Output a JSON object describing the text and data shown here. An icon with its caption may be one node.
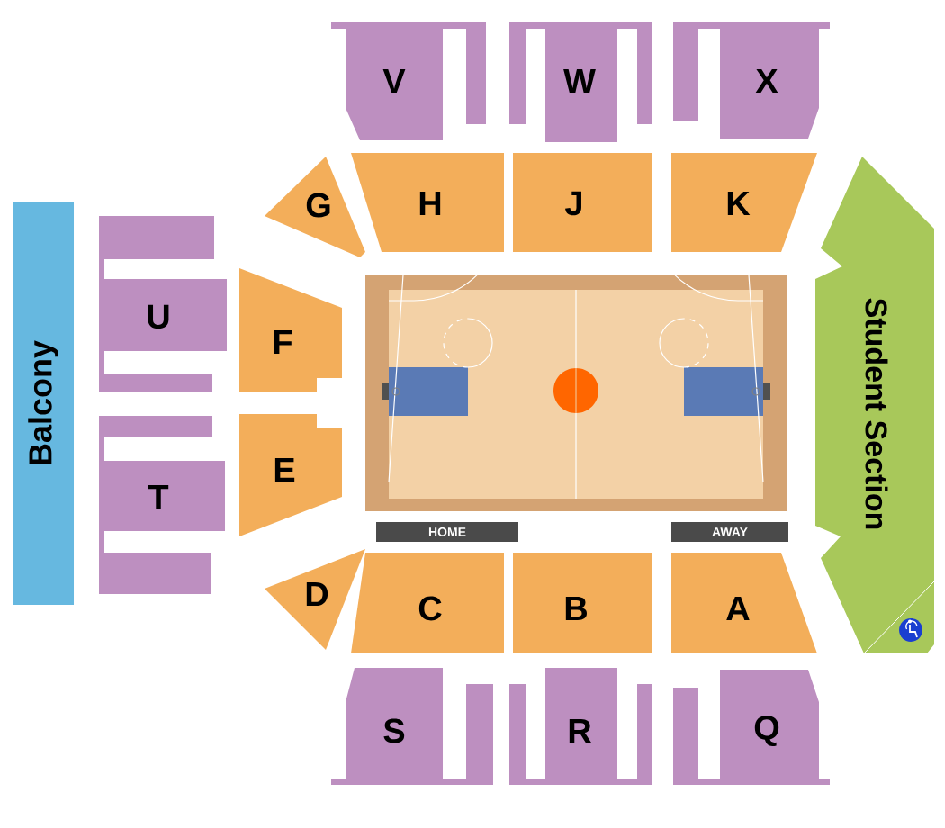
{
  "diagram": {
    "nodes": [
      {
        "text": [
          "V"
        ]
      },
      {
        "text": [
          "W"
        ]
      },
      {
        "text": [
          "X"
        ]
      },
      {
        "text": [
          "G"
        ]
      },
      {
        "text": [
          "H"
        ]
      },
      {
        "text": [
          "J"
        ]
      },
      {
        "text": [
          "K"
        ]
      },
      {
        "text": [
          "Student Section"
        ]
      },
      {
        "text": [
          "U"
        ]
      },
      {
        "text": [
          "F"
        ]
      },
      {
        "text": [
          "Balcony"
        ]
      },
      {
        "text": [
          "E"
        ]
      },
      {
        "text": [
          "T"
        ]
      },
      {
        "text": [
          "HOME"
        ]
      },
      {
        "text": [
          "AWAY"
        ]
      },
      {
        "text": [
          "D"
        ]
      },
      {
        "text": [
          "C"
        ]
      },
      {
        "text": [
          "B"
        ]
      },
      {
        "text": [
          "A"
        ]
      },
      {
        "text": [
          "S"
        ]
      },
      {
        "text": [
          "R"
        ]
      },
      {
        "text": [
          "Q"
        ]
      }
    ]
  }
}
